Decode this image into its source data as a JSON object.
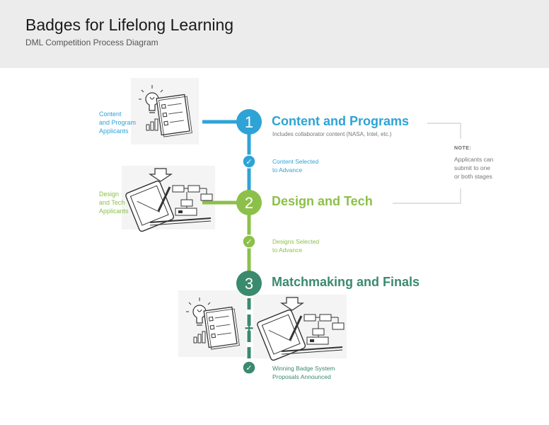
{
  "header": {
    "title": "Badges for Lifelong Learning",
    "subtitle": "DML Competition Process Diagram"
  },
  "colors": {
    "stage1": "#2ea3d5",
    "stage2": "#8cc04a",
    "stage3": "#3a8a6d",
    "note_gray": "#cfcfcf"
  },
  "stages": [
    {
      "number": "1",
      "title": "Content and Programs",
      "subtitle": "Includes collaborator content (NASA, Intel, etc.)"
    },
    {
      "number": "2",
      "title": "Design and Tech",
      "subtitle": ""
    },
    {
      "number": "3",
      "title": "Matchmaking and Finals",
      "subtitle": ""
    }
  ],
  "applicants": [
    {
      "lines": [
        "Content",
        "and Program",
        "Applicants"
      ]
    },
    {
      "lines": [
        "Design",
        "and Tech",
        "Applicants"
      ]
    }
  ],
  "milestones": [
    {
      "lines": [
        "Content Selected",
        "to Advance"
      ]
    },
    {
      "lines": [
        "Designs Selected",
        "to Advance"
      ]
    },
    {
      "lines": [
        "Winning Badge System",
        "Proposals Announced"
      ]
    }
  ],
  "plus_sign": "+",
  "check_mark": "✓",
  "note": {
    "heading": "NOTE:",
    "lines": [
      "Applicants can",
      "submit to one",
      "or both stages"
    ]
  },
  "icons": [
    "lightbulb-document-sketch-icon",
    "design-tablet-sketch-icon"
  ]
}
